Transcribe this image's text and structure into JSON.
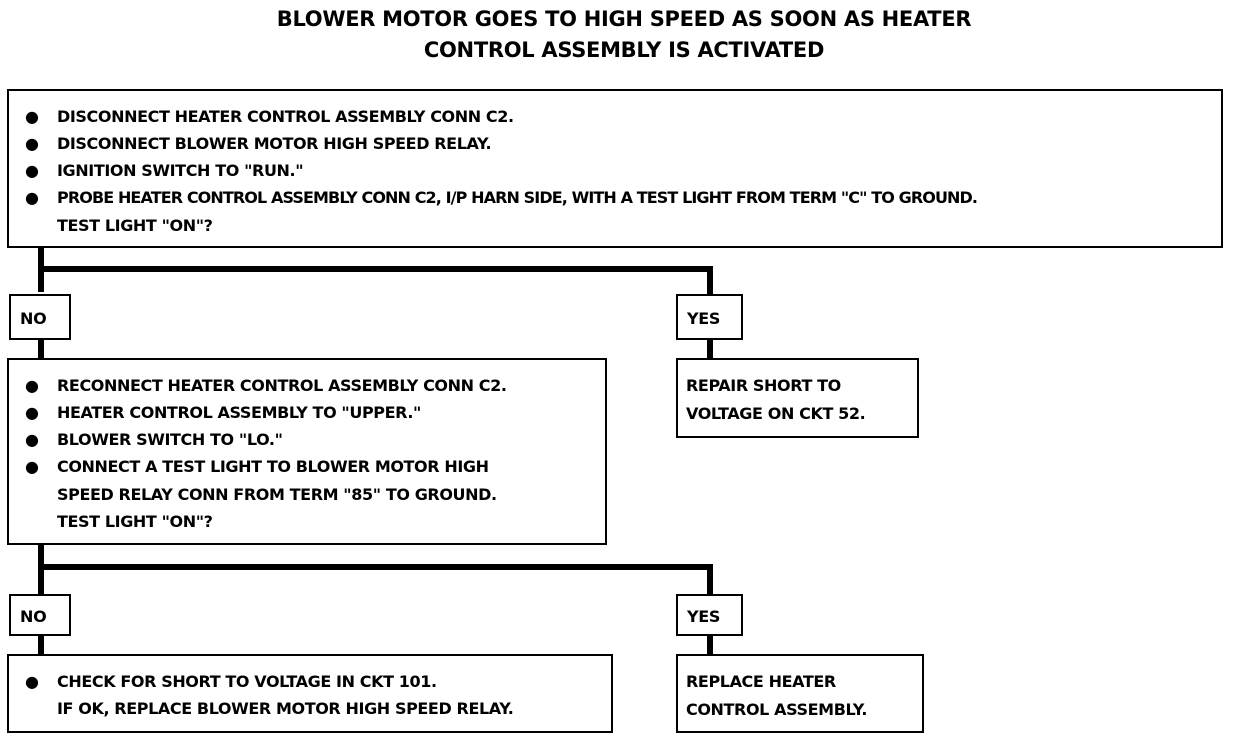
{
  "title": {
    "line1": "BLOWER MOTOR GOES TO HIGH SPEED AS SOON AS HEATER",
    "line2": "CONTROL ASSEMBLY IS ACTIVATED"
  },
  "step1": {
    "items": [
      "DISCONNECT HEATER CONTROL ASSEMBLY CONN C2.",
      "DISCONNECT BLOWER MOTOR HIGH SPEED RELAY.",
      "IGNITION SWITCH TO \"RUN.\"",
      "PROBE HEATER CONTROL ASSEMBLY CONN C2, I/P HARN SIDE, WITH A TEST LIGHT FROM TERM \"C\" TO GROUND."
    ],
    "question": "TEST LIGHT \"ON\"?"
  },
  "branch1": {
    "no_label": "NO",
    "yes_label": "YES",
    "yes_result": {
      "line1": "REPAIR SHORT TO",
      "line2": "VOLTAGE ON CKT 52."
    }
  },
  "step2": {
    "items": [
      "RECONNECT HEATER CONTROL ASSEMBLY CONN C2.",
      "HEATER CONTROL ASSEMBLY TO \"UPPER.\"",
      "BLOWER SWITCH TO \"LO.\"",
      "CONNECT A TEST LIGHT TO BLOWER MOTOR HIGH"
    ],
    "item4_cont": "SPEED RELAY CONN FROM TERM \"85\" TO GROUND.",
    "question": "TEST LIGHT \"ON\"?"
  },
  "branch2": {
    "no_label": "NO",
    "yes_label": "YES",
    "no_result": {
      "line1": "CHECK FOR SHORT TO VOLTAGE IN CKT 101.",
      "line2": "IF OK, REPLACE BLOWER MOTOR HIGH SPEED RELAY."
    },
    "yes_result": {
      "line1": "REPLACE HEATER",
      "line2": "CONTROL ASSEMBLY."
    }
  },
  "bullet": "●"
}
